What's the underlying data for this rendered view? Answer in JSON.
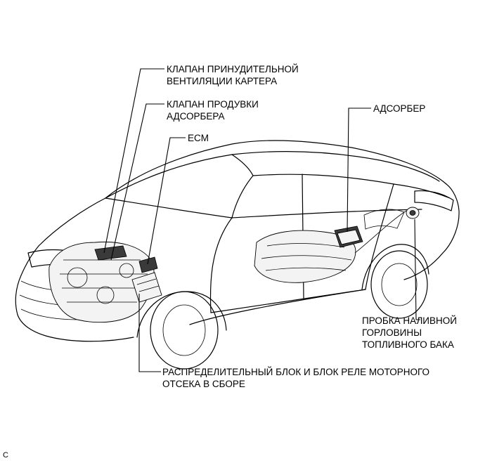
{
  "labels": {
    "pcv_valve_line1": "КЛАПАН ПРИНУДИТЕЛЬНОЙ",
    "pcv_valve_line2": "ВЕНТИЛЯЦИИ КАРТЕРА",
    "purge_valve_line1": "КЛАПАН ПРОДУВКИ",
    "purge_valve_line2": "АДСОРБЕРА",
    "ecm": "ECM",
    "canister": "АДСОРБЕР",
    "fuel_cap_line1": "ПРОБКА НАЛИВНОЙ",
    "fuel_cap_line2": "ГОРЛОВИНЫ",
    "fuel_cap_line3": "ТОПЛИВНОГО БАКА",
    "relay_block_line1": "РАСПРЕДЕЛИТЕЛЬНЫЙ БЛОК И БЛОК РЕЛЕ МОТОРНОГО",
    "relay_block_line2": "ОТСЕКА В СБОРЕ"
  },
  "figure_code": "C"
}
